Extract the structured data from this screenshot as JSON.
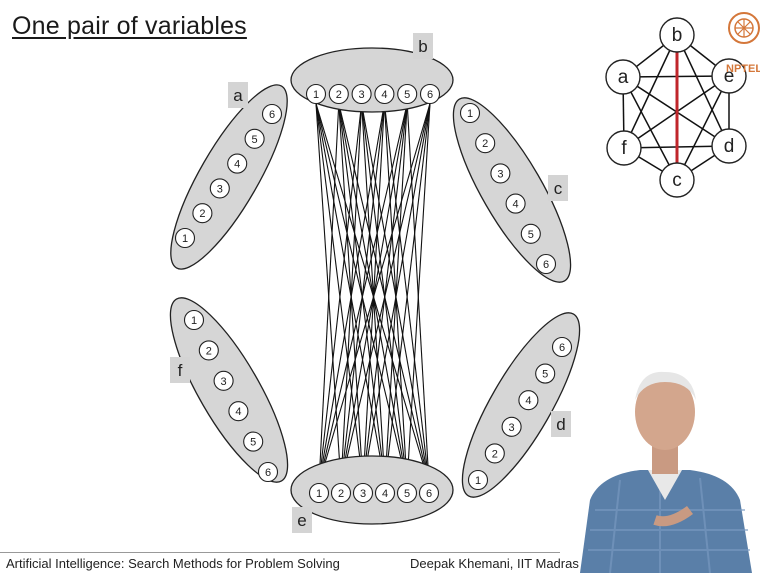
{
  "title": "One pair of variables",
  "footer": {
    "left": "Artificial Intelligence: Search Methods for Problem Solving",
    "right": "Deepak Khemani, IIT Madras"
  },
  "logo_text": "NPTEL",
  "values": [
    "1",
    "2",
    "3",
    "4",
    "5",
    "6"
  ],
  "domains": [
    {
      "name": "a"
    },
    {
      "name": "b"
    },
    {
      "name": "c"
    },
    {
      "name": "d"
    },
    {
      "name": "e"
    },
    {
      "name": "f"
    }
  ],
  "constraint_pair": [
    "b",
    "e"
  ],
  "graph": {
    "nodes": [
      "a",
      "b",
      "c",
      "d",
      "e",
      "f"
    ],
    "edges": [
      [
        "a",
        "b"
      ],
      [
        "b",
        "e"
      ],
      [
        "e",
        "d"
      ],
      [
        "d",
        "c"
      ],
      [
        "c",
        "f"
      ],
      [
        "f",
        "a"
      ],
      [
        "a",
        "e"
      ],
      [
        "a",
        "d"
      ],
      [
        "a",
        "c"
      ],
      [
        "f",
        "b"
      ],
      [
        "f",
        "e"
      ],
      [
        "f",
        "d"
      ],
      [
        "b",
        "d"
      ],
      [
        "e",
        "c"
      ],
      [
        "b",
        "c"
      ]
    ],
    "highlight_edge": [
      "b",
      "c"
    ],
    "highlight_color": "#c0262b"
  },
  "colors": {
    "ellipse_fill": "#d6d6d6",
    "line": "#111111"
  }
}
